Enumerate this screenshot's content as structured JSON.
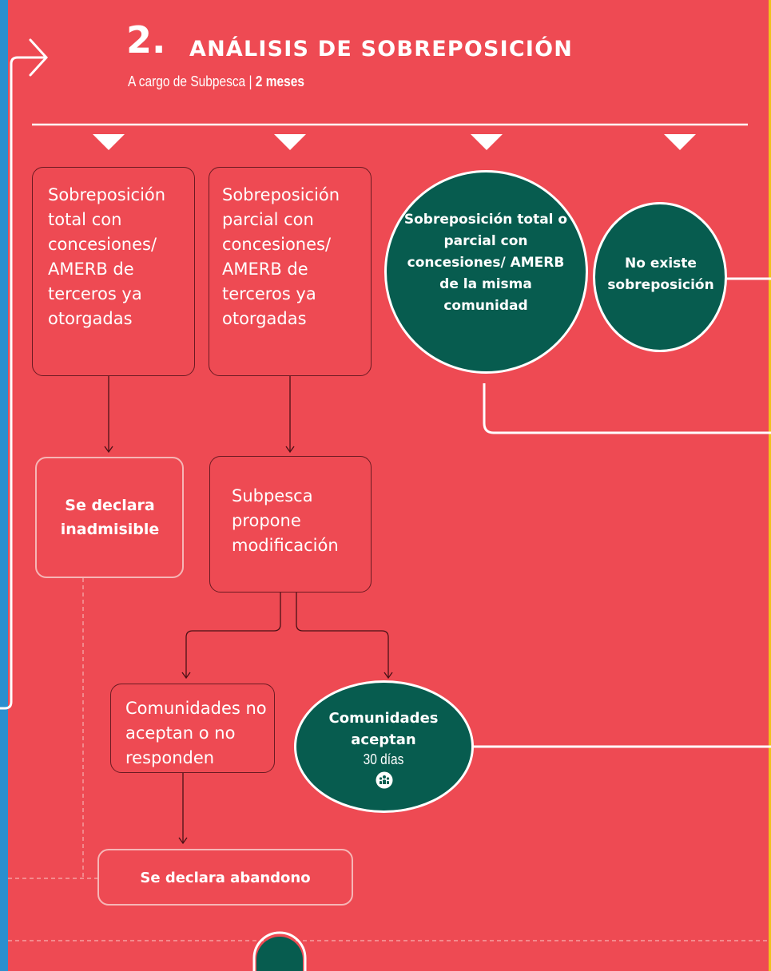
{
  "header": {
    "step_number": "2.",
    "title": "ANÁLISIS DE SOBREPOSICIÓN",
    "subtitle_prefix": "A cargo de Subpesca  |",
    "subtitle_duration": "2 meses"
  },
  "cases": {
    "total_third_party": "Sobreposición total con concesiones/ AMERB de terceros ya otorgadas",
    "partial_third_party": "Sobreposición parcial con concesiones/ AMERB de terceros ya otorgadas",
    "same_community": "Sobreposición total o parcial con concesiones/ AMERB de la misma comunidad",
    "no_overlap": "No existe sobreposición"
  },
  "outcomes": {
    "inadmissible": "Se declara inadmisible",
    "proposes_modification": "Subpesca propone modificación",
    "communities_reject": "Comunidades no aceptan o no responden",
    "communities_accept": "Comunidades aceptan",
    "accept_days": "30 días",
    "abandonment": "Se declara abandono"
  },
  "icons": {
    "arrow": "arrow-right-icon",
    "community": "community-people-icon",
    "connector": "triangle-down-icon"
  },
  "colors": {
    "background": "#ee4a53",
    "circle": "#075c4f",
    "left_strip": "#2a8fcf",
    "right_strip": "#f2c21b"
  }
}
